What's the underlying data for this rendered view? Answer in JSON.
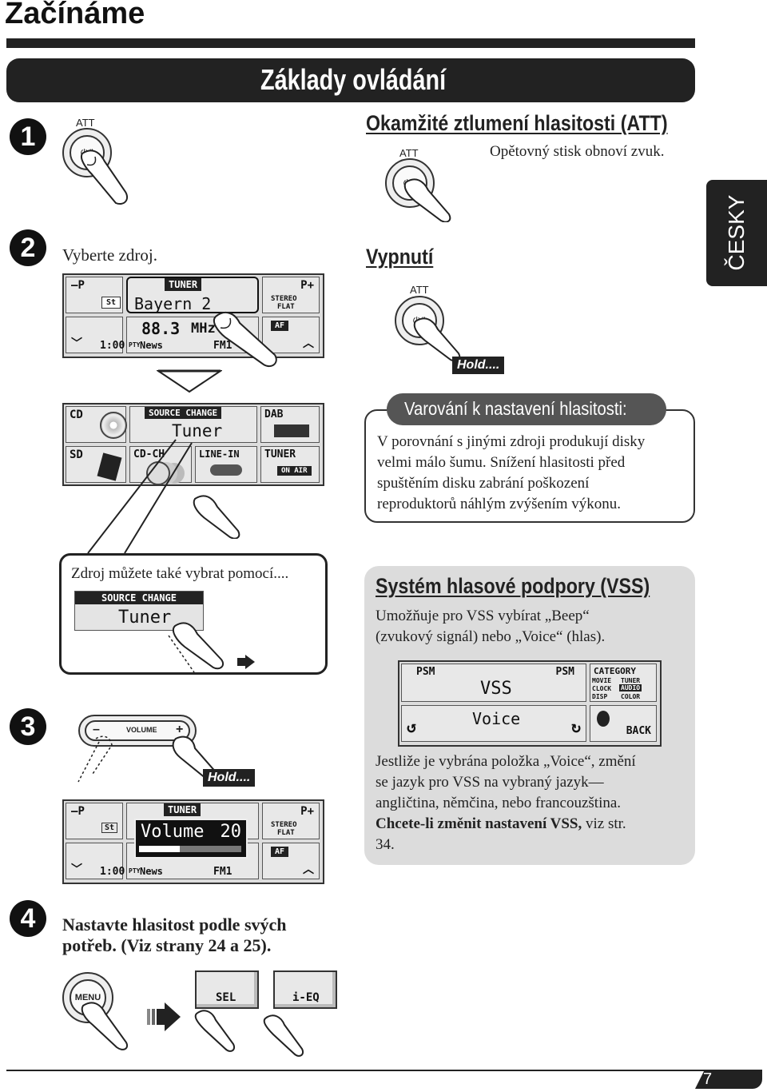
{
  "header": {
    "section_title": "Začínáme",
    "banner": "Základy ovládání"
  },
  "language_tab": "ČESKY",
  "steps": [
    {
      "number": "1"
    },
    {
      "number": "2",
      "text": "Vyberte zdroj."
    },
    {
      "number": "3"
    },
    {
      "number": "4",
      "text_line1": "Nastavte hlasitost podle svých",
      "text_line2": "potřeb. (Viz strany 24 a 25)."
    }
  ],
  "att": {
    "heading": "Okamžité ztlumení hlasitosti (ATT)",
    "note": "Opětovný stisk obnoví zvuk.",
    "button_label": "ATT",
    "power_symbol": "⏻/I"
  },
  "power_off": {
    "heading": "Vypnutí",
    "hold": "Hold...."
  },
  "warning": {
    "title": "Varování k nastavení hlasitosti:",
    "lines": [
      "V porovnání s jinými zdroji produkují disky",
      "velmi málo šumu. Snížení hlasitosti před",
      "spuštěním disku zabrání poškození",
      "reproduktorů náhlým zvýšením výkonu."
    ]
  },
  "tuner_display": {
    "minus_p": "P",
    "plus_p": "P",
    "tuner": "TUNER",
    "station": "Bayern 2",
    "freq": "88.3",
    "mhz": "MHz",
    "st": "St",
    "stereo": "STEREO",
    "flat": "FLAT",
    "time": "1:00",
    "pty": "PTY",
    "news": "News",
    "band": "FM1",
    "af": "AF"
  },
  "source_menu": {
    "cd": "CD",
    "sd": "SD",
    "source_change": "SOURCE CHANGE",
    "tuner": "Tuner",
    "cdch": "CD-CH",
    "linein": "LINE-IN",
    "dab": "DAB",
    "tuner_btn": "TUNER",
    "on_air": "ON AIR"
  },
  "alt_source": {
    "text": "Zdroj můžete také vybrat pomocí....",
    "source_change": "SOURCE CHANGE",
    "tuner": "Tuner"
  },
  "vss": {
    "heading": "Systém hlasové podpory (VSS)",
    "desc_line1": "Umožňuje pro VSS vybírat „Beep“",
    "desc_line2": "(zvukový signál) nebo „Voice“ (hlas).",
    "psm1": "PSM",
    "psm2": "PSM",
    "vss_label": "VSS",
    "voice": "Voice",
    "category": "CATEGORY",
    "cat_movie": "MOVIE",
    "cat_tuner": "TUNER",
    "cat_clock": "CLOCK",
    "cat_audio": "AUDIO",
    "cat_disp": "DISP",
    "cat_color": "COLOR",
    "back": "BACK",
    "para_lines": [
      "Jestliže je vybrána položka „Voice“, změní",
      "se jazyk pro VSS na vybraný jazyk—",
      "angličtina, němčina, nebo francouzština."
    ],
    "bold_part": "Chcete-li změnit nastavení VSS,",
    "tail_part": " viz str.",
    "last_line": "34."
  },
  "volume": {
    "minus": "–",
    "label": "VOLUME",
    "plus": "+",
    "hold": "Hold....",
    "display_volume": "Volume",
    "display_value": "20",
    "level_fraction": 0.4
  },
  "step4_buttons": {
    "menu": "MENU",
    "sel": "SEL",
    "ieq": "i-EQ"
  },
  "page_number": "7"
}
